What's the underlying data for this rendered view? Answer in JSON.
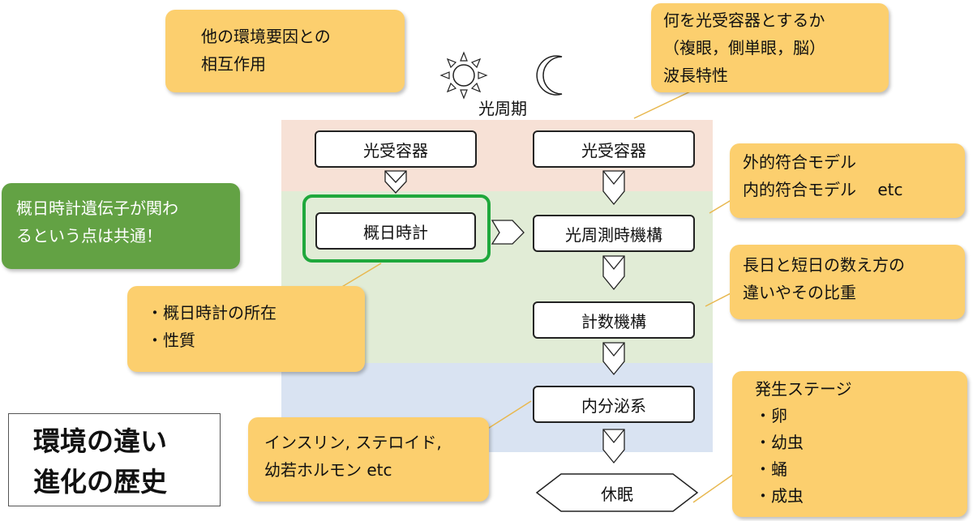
{
  "photoperiod_label": "光周期",
  "left_column": {
    "photoreceptor": "光受容器",
    "circadian_clock": "概日時計"
  },
  "right_column": {
    "photoreceptor": "光受容器",
    "photoperiodic_timer": "光周測時機構",
    "counter": "計数機構",
    "endocrine": "内分泌系",
    "diapause": "休眠"
  },
  "callouts": {
    "environment": [
      "他の環境要因との",
      "相互作用"
    ],
    "receptor": [
      "何を光受容器とするか",
      "（複眼，側単眼，脳）",
      "波長特性"
    ],
    "models": [
      "外的符合モデル",
      "内的符合モデル　 etc"
    ],
    "counting": [
      "長日と短日の数え方の",
      "違いやその比重"
    ],
    "clock_genes": [
      "概日時計遺伝子が関わ",
      "るという点は共通！"
    ],
    "clock_location": [
      "・概日時計の所在",
      "・性質"
    ],
    "hormones": [
      "インスリン, ステロイド,",
      "幼若ホルモン etc"
    ],
    "stages": [
      "発生ステージ",
      "・卵",
      "・幼虫",
      "・蛹",
      "・成虫"
    ]
  },
  "title": [
    "環境の違い",
    "進化の歴史"
  ],
  "colors": {
    "band_top": "#f7e1d6",
    "band_mid": "#e1ecd6",
    "band_bot": "#d9e3f2",
    "callout_orange": "#fccf6e",
    "callout_green": "#63a244",
    "highlight_border": "#1fa83c"
  },
  "icons": [
    "sun-icon",
    "moon-icon"
  ]
}
